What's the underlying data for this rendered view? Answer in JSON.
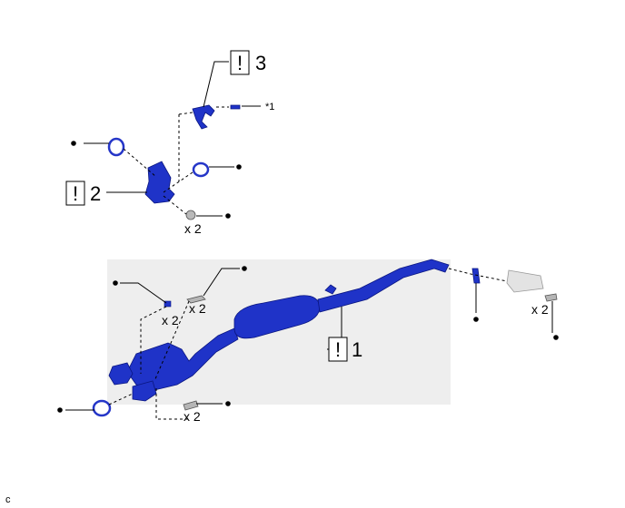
{
  "callouts": [
    {
      "num": "3",
      "badge": "!"
    },
    {
      "num": "2",
      "badge": "!"
    },
    {
      "num": "1",
      "badge": "!"
    }
  ],
  "quantity_labels": [
    "x 2",
    "x 2",
    "x 2",
    "x 2",
    "x 2"
  ],
  "asterisk_label": "*1",
  "figure_code": "c",
  "colors": {
    "part": "#1f33c8",
    "part_dark": "#0a1680",
    "shadow": "#e9e9e9"
  }
}
